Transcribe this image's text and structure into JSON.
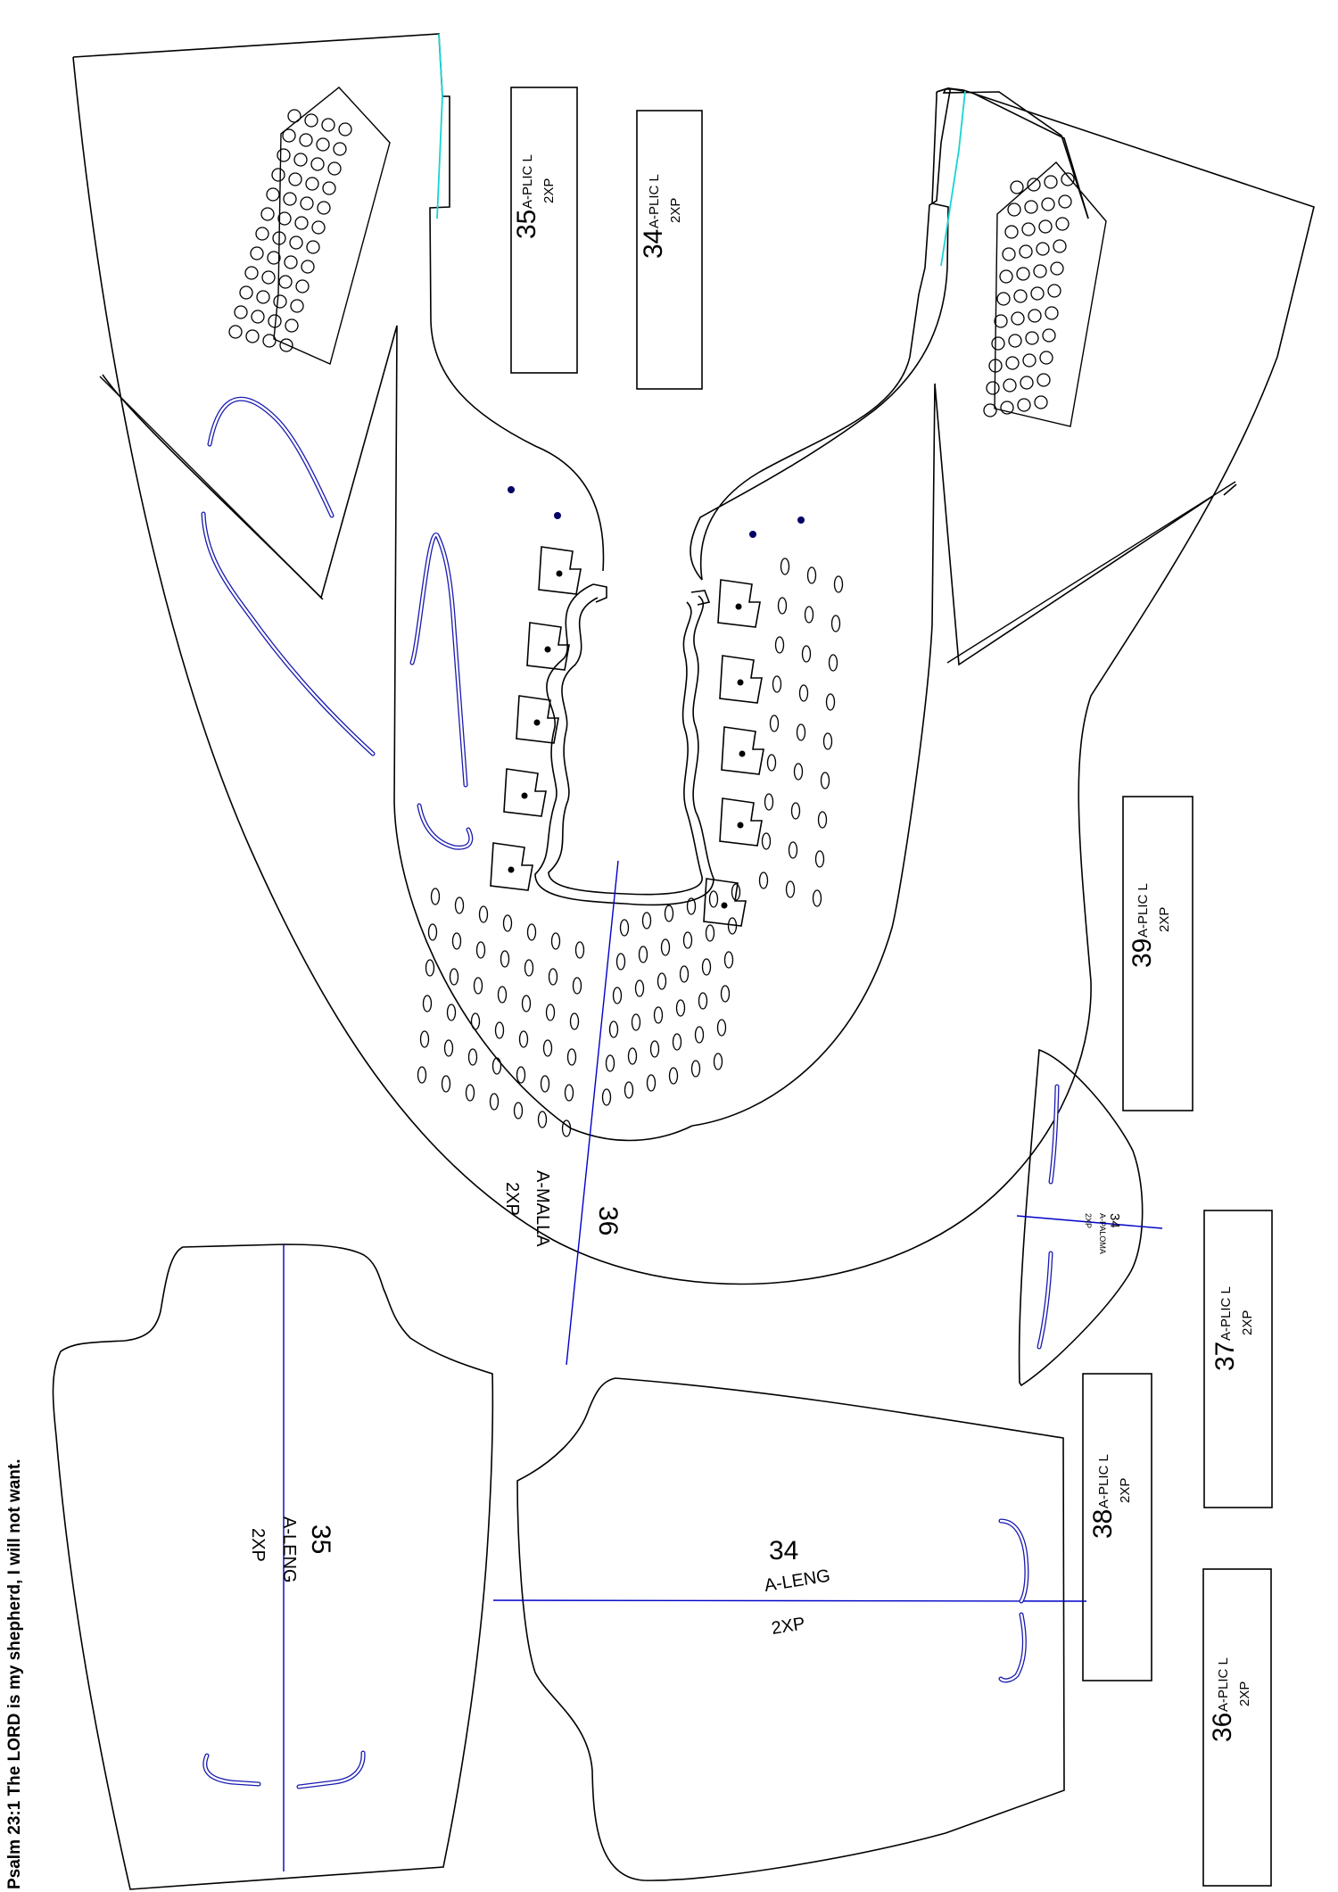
{
  "verse": "Psalm 23:1 The LORD is my shepherd, I will not want.",
  "pieces": {
    "malla": {
      "number": "36",
      "name": "A-MALLA",
      "qty": "2XP"
    },
    "paloma": {
      "number": "34",
      "name": "A-PALOMA",
      "qty": "2XP"
    },
    "leng35": {
      "number": "35",
      "name": "A-LENG",
      "qty": "2XP"
    },
    "leng34": {
      "number": "34",
      "name": "A-LENG",
      "qty": "2XP"
    }
  },
  "strips": [
    {
      "number": "35",
      "name": "A-PLIC L",
      "qty": "2XP"
    },
    {
      "number": "34",
      "name": "A-PLIC L",
      "qty": "2XP"
    },
    {
      "number": "39",
      "name": "A-PLIC L",
      "qty": "2XP"
    },
    {
      "number": "37",
      "name": "A-PLIC L",
      "qty": "2XP"
    },
    {
      "number": "38",
      "name": "A-PLIC L",
      "qty": "2XP"
    },
    {
      "number": "36",
      "name": "A-PLIC L",
      "qty": "2XP"
    }
  ],
  "colors": {
    "outline": "#000000",
    "grain_line": "#0000c8",
    "marker": "#1a1ab0",
    "seam": "#19d3d3"
  }
}
